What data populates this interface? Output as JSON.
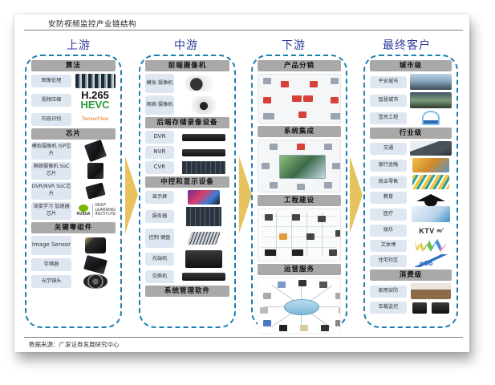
{
  "document": {
    "title": "安防视频监控产业链结构",
    "source": "数据来源：广发证券发展研究中心"
  },
  "colors": {
    "heading_blue": "#2d3b9c",
    "dashed_border": "#1a7fb3",
    "section_header_bg": "#a9a9a9",
    "label_bg": "#dde6f1",
    "arrow_gold": "#e6c35c"
  },
  "columns": [
    {
      "heading": "上游",
      "sections": [
        {
          "title": "算法",
          "items": [
            {
              "label": "图像处理",
              "image": "surveillance-footage-photo"
            },
            {
              "label": "视频压缩",
              "image": "h265-hevc-logo",
              "logo_line1": "H.265",
              "logo_line2": "HEVC"
            },
            {
              "label": "内容识别",
              "image": "tensorflow-logo",
              "logo_text": "TensorFlow"
            }
          ]
        },
        {
          "title": "芯片",
          "items": [
            {
              "label": "模拟摄像机 ISP芯片",
              "image": "isp-chip-photo"
            },
            {
              "label": "网络摄像机 SoC芯片",
              "image": "soc-chip-photo"
            },
            {
              "label": "DVR/NVR SoC芯片",
              "image": "dvr-nvr-chip-photo"
            },
            {
              "label": "深度学习 加速器芯片",
              "image": "nvidia-dli-logo",
              "logo_text": "NVIDIA",
              "logo_side": "DEEP LEARNING INSTITUTE"
            }
          ]
        },
        {
          "title": "关键零组件",
          "items": [
            {
              "label": "Image Sensor",
              "image": "image-sensor-photo"
            },
            {
              "label": "存储器",
              "image": "storage-drive-photo"
            },
            {
              "label": "光学镜头",
              "image": "optical-lens-photo"
            }
          ]
        }
      ]
    },
    {
      "heading": "中游",
      "sections": [
        {
          "title": "前端摄像机",
          "items": [
            {
              "label": "模拟 摄像机",
              "image": "bullet-camera-photo"
            },
            {
              "label": "网络 摄像机",
              "image": "ip-camera-photo"
            }
          ]
        },
        {
          "title": "后端存储录像设备",
          "items": [
            {
              "label": "DVR",
              "image": "dvr-device-photo"
            },
            {
              "label": "NVR",
              "image": "nvr-device-photo"
            },
            {
              "label": "CVR",
              "image": "cvr-storage-photo"
            }
          ]
        },
        {
          "title": "中控和显示设备",
          "items": [
            {
              "label": "显示屏",
              "image": "display-screen-photo"
            },
            {
              "label": "服务器",
              "image": "server-photo"
            },
            {
              "label": "控制 键盘",
              "image": "control-keyboard-photo"
            },
            {
              "label": "光端机",
              "image": "optical-transceiver-photo"
            },
            {
              "label": "交换机",
              "image": "network-switch-photo"
            }
          ]
        },
        {
          "title": "系统管理软件",
          "items": []
        }
      ]
    },
    {
      "heading": "下游",
      "sections": [
        {
          "title": "产品分销",
          "image": "distribution-flow-diagram"
        },
        {
          "title": "系统集成",
          "image": "system-integration-diagram"
        },
        {
          "title": "工程建设",
          "image": "engineering-network-diagram"
        },
        {
          "title": "运营服务",
          "image": "operation-service-hub-diagram"
        }
      ]
    },
    {
      "heading": "最终客户",
      "sections": [
        {
          "title": "城市级",
          "items": [
            {
              "label": "平安城市",
              "image": "safe-city-photo"
            },
            {
              "label": "智慧城市",
              "image": "smart-city-photo"
            },
            {
              "label": "雪亮工程",
              "image": "xueliang-project-logo"
            }
          ]
        },
        {
          "title": "行业级",
          "items": [
            {
              "label": "交通",
              "image": "traffic-highway-photo"
            },
            {
              "label": "银行金融",
              "image": "finance-currency-photo"
            },
            {
              "label": "商业零售",
              "image": "retail-chart-illustration"
            },
            {
              "label": "教育",
              "image": "graduation-cap-icon"
            },
            {
              "label": "医疗",
              "image": "medical-photo"
            },
            {
              "label": "娱乐",
              "image": "ktv-logo",
              "logo_text": "KTV"
            },
            {
              "label": "文体博",
              "image": "sports-culture-logo"
            },
            {
              "label": "住宅社区",
              "image": "residential-community-logo"
            }
          ]
        },
        {
          "title": "消费级",
          "items": [
            {
              "label": "家用安防",
              "image": "home-camera-photo"
            },
            {
              "label": "车载监控",
              "image": "dashcam-photo"
            }
          ]
        }
      ]
    }
  ]
}
